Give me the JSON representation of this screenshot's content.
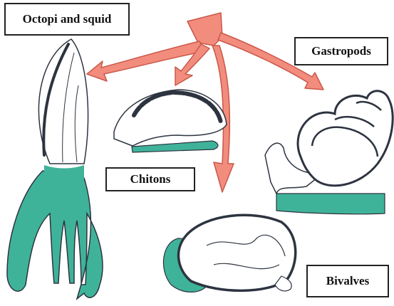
{
  "labels": {
    "octopi_and_squid": "Octopi and squid",
    "gastropods": "Gastropods",
    "chitons": "Chitons",
    "bivalves": "Bivalves"
  },
  "colors": {
    "arrow_fill": "#f28c7c",
    "arrow_stroke": "#c9584a",
    "foot_teal": "#3fb39a",
    "outline": "#2d3440"
  }
}
